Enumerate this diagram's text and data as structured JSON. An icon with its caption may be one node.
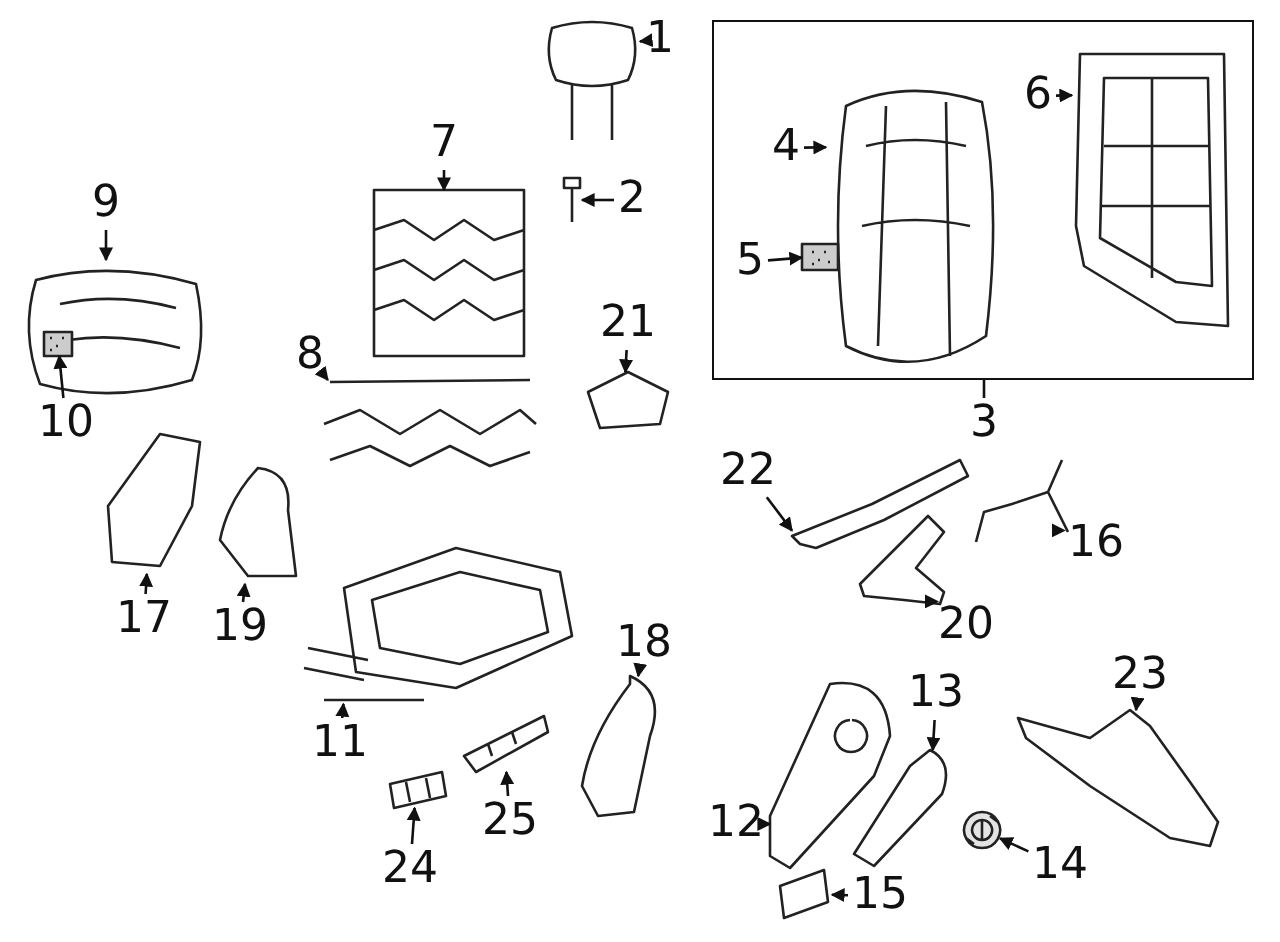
{
  "diagram": {
    "nodes": [
      {
        "text": [],
        "shape": "box"
      },
      {
        "text": [
          "1"
        ]
      },
      {
        "text": [],
        "shape": "picture"
      },
      {
        "text": [
          "2"
        ]
      },
      {
        "text": [],
        "shape": "picture"
      },
      {
        "text": [
          "3"
        ]
      },
      {
        "text": [
          "4"
        ],
        "in": 0
      },
      {
        "text": [],
        "shape": "picture",
        "in": 0
      },
      {
        "text": [
          "5"
        ],
        "in": 0
      },
      {
        "text": [],
        "shape": "picture",
        "in": 7
      },
      {
        "text": [
          "6"
        ],
        "in": 0
      },
      {
        "text": [],
        "shape": "picture",
        "in": 0
      },
      {
        "text": [
          "7"
        ]
      },
      {
        "text": [],
        "shape": "picture"
      },
      {
        "text": [
          "8"
        ]
      },
      {
        "text": [],
        "shape": "picture"
      },
      {
        "text": [
          "9"
        ]
      },
      {
        "text": [],
        "shape": "picture"
      },
      {
        "text": [
          "10"
        ]
      },
      {
        "text": [],
        "shape": "picture",
        "in": 17
      },
      {
        "text": [
          "11"
        ]
      },
      {
        "text": [],
        "shape": "picture"
      },
      {
        "text": [
          "12"
        ]
      },
      {
        "text": [],
        "shape": "picture"
      },
      {
        "text": [
          "13"
        ]
      },
      {
        "text": [],
        "shape": "picture"
      },
      {
        "text": [
          "14"
        ]
      },
      {
        "text": [],
        "shape": "picture"
      },
      {
        "text": [
          "15"
        ]
      },
      {
        "text": [],
        "shape": "picture"
      },
      {
        "text": [
          "16"
        ]
      },
      {
        "text": [],
        "shape": "picture"
      },
      {
        "text": [
          "17"
        ]
      },
      {
        "text": [],
        "shape": "picture"
      },
      {
        "text": [
          "18"
        ]
      },
      {
        "text": [],
        "shape": "picture"
      },
      {
        "text": [
          "19"
        ]
      },
      {
        "text": [],
        "shape": "picture"
      },
      {
        "text": [
          "20"
        ]
      },
      {
        "text": [],
        "shape": "picture"
      },
      {
        "text": [
          "21"
        ]
      },
      {
        "text": [],
        "shape": "picture"
      },
      {
        "text": [
          "22"
        ]
      },
      {
        "text": [],
        "shape": "picture"
      },
      {
        "text": [
          "23"
        ]
      },
      {
        "text": [],
        "shape": "picture"
      },
      {
        "text": [
          "24"
        ]
      },
      {
        "text": [],
        "shape": "picture"
      },
      {
        "text": [
          "25"
        ]
      },
      {
        "text": [],
        "shape": "picture"
      }
    ],
    "edges": [
      {
        "from": 1,
        "to": 2,
        "arrow": "to"
      },
      {
        "from": 3,
        "to": 4,
        "arrow": "to"
      },
      {
        "from": 5,
        "to": 0,
        "arrow": "none"
      },
      {
        "from": 6,
        "to": 7,
        "arrow": "to"
      },
      {
        "from": 8,
        "to": 9,
        "arrow": "to"
      },
      {
        "from": 10,
        "to": 11,
        "arrow": "to"
      },
      {
        "from": 12,
        "to": 13,
        "arrow": "to"
      },
      {
        "from": 14,
        "to": 15,
        "arrow": "to"
      },
      {
        "from": 16,
        "to": 17,
        "arrow": "to"
      },
      {
        "from": 18,
        "to": 19,
        "arrow": "to"
      },
      {
        "from": 20,
        "to": 21,
        "arrow": "to"
      },
      {
        "from": 22,
        "to": 23,
        "arrow": "to"
      },
      {
        "from": 24,
        "to": 25,
        "arrow": "to"
      },
      {
        "from": 26,
        "to": 27,
        "arrow": "to"
      },
      {
        "from": 28,
        "to": 29,
        "arrow": "to"
      },
      {
        "from": 30,
        "to": 31,
        "arrow": "to"
      },
      {
        "from": 32,
        "to": 33,
        "arrow": "to"
      },
      {
        "from": 34,
        "to": 35,
        "arrow": "to"
      },
      {
        "from": 36,
        "to": 37,
        "arrow": "to"
      },
      {
        "from": 38,
        "to": 39,
        "arrow": "to"
      },
      {
        "from": 40,
        "to": 41,
        "arrow": "to"
      },
      {
        "from": 42,
        "to": 43,
        "arrow": "to"
      },
      {
        "from": 44,
        "to": 45,
        "arrow": "to"
      },
      {
        "from": 46,
        "to": 47,
        "arrow": "to"
      },
      {
        "from": 48,
        "to": 49,
        "arrow": "to"
      }
    ]
  }
}
